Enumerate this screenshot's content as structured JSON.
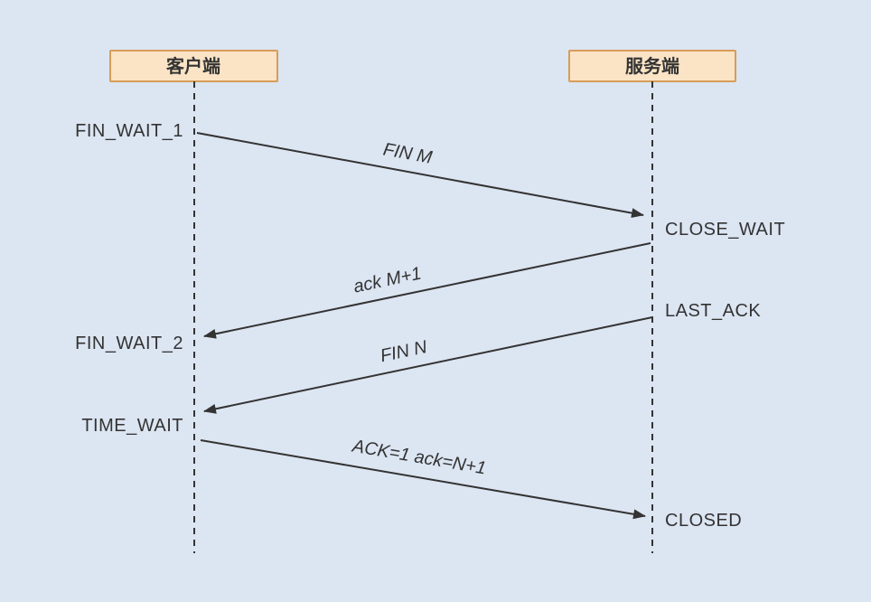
{
  "diagram": {
    "type": "sequence-diagram",
    "topic": "TCP connection termination (four-way handshake)",
    "actors": {
      "client": "客户端",
      "server": "服务端"
    },
    "states": {
      "fin_wait_1": "FIN_WAIT_1",
      "close_wait": "CLOSE_WAIT",
      "last_ack": "LAST_ACK",
      "fin_wait_2": "FIN_WAIT_2",
      "time_wait": "TIME_WAIT",
      "closed": "CLOSED"
    },
    "messages": {
      "fin_m": "FIN M",
      "ack_m1": "ack M+1",
      "fin_n": "FIN N",
      "ack_n1": "ACK=1 ack=N+1"
    },
    "colors": {
      "background": "#dce5f2",
      "actor_fill": "#fbe4c6",
      "actor_border": "#d79d58",
      "line": "#333333"
    }
  }
}
